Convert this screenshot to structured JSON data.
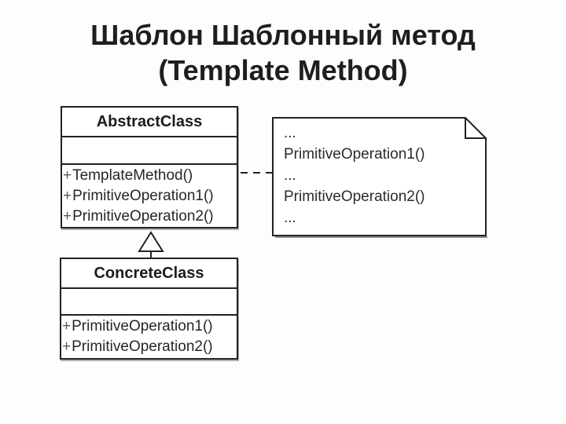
{
  "slide": {
    "title_line1": "Шаблон Шаблонный метод",
    "title_line2": "(Template Method)"
  },
  "colors": {
    "background": "#fdfdfd",
    "ink": "#222222",
    "title_text": "#1e1e1e",
    "visibility_marker": "#5a5a5a",
    "shadow": "#8c8c8c",
    "box_fill": "#ffffff"
  },
  "diagram": {
    "abstract_class": {
      "name": "AbstractClass",
      "methods": [
        {
          "vis": "+",
          "label": "TemplateMethod()"
        },
        {
          "vis": "+",
          "label": "PrimitiveOperation1()"
        },
        {
          "vis": "+",
          "label": "PrimitiveOperation2()"
        }
      ]
    },
    "concrete_class": {
      "name": "ConcreteClass",
      "methods": [
        {
          "vis": "+",
          "label": "PrimitiveOperation1()"
        },
        {
          "vis": "+",
          "label": "PrimitiveOperation2()"
        }
      ]
    },
    "note": {
      "lines": [
        "...",
        "PrimitiveOperation1()",
        "...",
        "PrimitiveOperation2()",
        "..."
      ]
    },
    "relations": {
      "inheritance": "ConcreteClass → AbstractClass",
      "note_anchor": "TemplateMethod() ⇢ note"
    }
  }
}
